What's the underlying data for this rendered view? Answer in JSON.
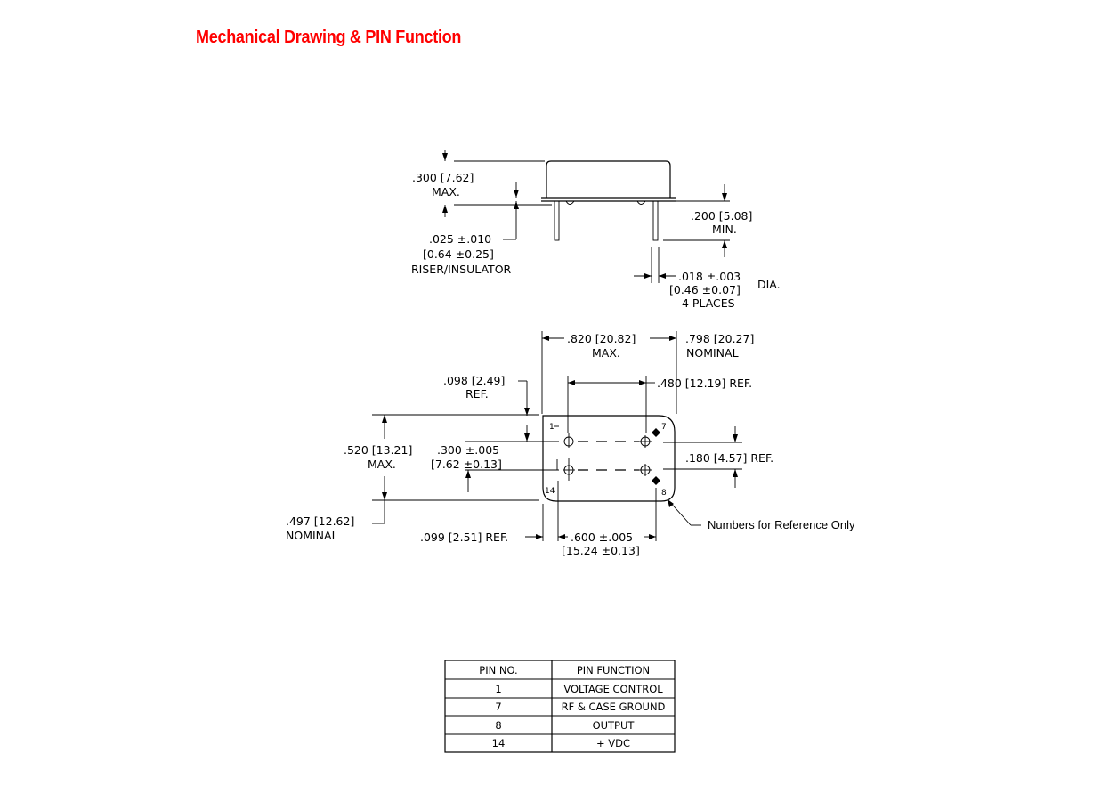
{
  "title": "Mechanical Drawing & PIN Function",
  "side_view": {
    "height_max_in": ".300 [7.62]",
    "height_max_note": "MAX.",
    "riser_dim": ".025 ±.010",
    "riser_dim_mm": "[0.64 ±0.25]",
    "riser_label": "RISER/INSULATOR",
    "pin_len_dim": ".200 [5.08]",
    "pin_len_note": "MIN.",
    "pin_dia_dim": ".018 ±.003",
    "pin_dia_mm": "[0.46 ±0.07]",
    "pin_dia_note": "DIA.",
    "pin_dia_places": "4 PLACES"
  },
  "top_view": {
    "length_max": ".820 [20.82]",
    "length_max_note": "MAX.",
    "length_nominal": ".798 [20.27]",
    "length_nominal_note": "NOMINAL",
    "edge_ref_dim": ".098 [2.49]",
    "edge_ref_note": "REF.",
    "inner_ref_dim": ".480 [12.19] REF.",
    "width_max_dim": ".520 [13.21]",
    "width_max_note": "MAX.",
    "pin_row_dim": ".300 ±.005",
    "pin_row_mm": "[7.62 ±0.13]",
    "right_ref_dim": ".180 [4.57] REF.",
    "width_nominal_dim": ".497 [12.62]",
    "width_nominal_note": "NOMINAL",
    "bottom_ref_dim": ".099 [2.51] REF.",
    "pin_span_dim": ".600 ±.005",
    "pin_span_mm": "[15.24 ±0.13]",
    "pin_numbers": {
      "p1": "1",
      "p7": "7",
      "p8": "8",
      "p14": "14"
    },
    "reference_note": "Numbers for Reference Only"
  },
  "pin_table": {
    "headers": [
      "PIN NO.",
      "PIN FUNCTION"
    ],
    "rows": [
      [
        "1",
        "VOLTAGE CONTROL"
      ],
      [
        "7",
        "RF & CASE GROUND"
      ],
      [
        "8",
        "OUTPUT"
      ],
      [
        "14",
        "+ VDC"
      ]
    ]
  }
}
